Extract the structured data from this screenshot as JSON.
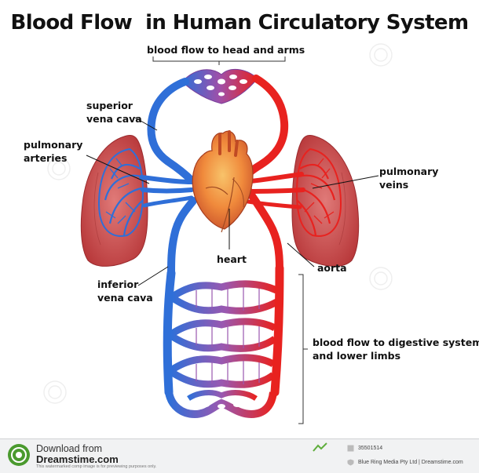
{
  "title": "Blood Flow  in Human Circulatory System",
  "labels": {
    "head_arms": "blood flow to head and arms",
    "superior_vena_cava": [
      "superior",
      "vena cava"
    ],
    "pulmonary_arteries": [
      "pulmonary",
      "arteries"
    ],
    "pulmonary_veins": [
      "pulmonary",
      "veins"
    ],
    "heart": "heart",
    "aorta": "aorta",
    "inferior_vena_cava": [
      "inferior",
      "vena cava"
    ],
    "digestive": [
      "blood flow to digestive system",
      "and lower limbs"
    ]
  },
  "footer": {
    "download_from": "Download from",
    "site": "Dreamstime.com",
    "watermark_note": "This watermarked comp image is for previewing purposes only.",
    "image_id": "35501514",
    "credit": "Blue Ring Media Pty Ltd | Dreamstime.com"
  },
  "colors": {
    "artery_red": "#e8221f",
    "vein_blue": "#2f6fd8",
    "lung": "#c8484a",
    "heart": "#e66f37",
    "capillary_mix": "#a04fa8"
  },
  "icons": [
    "dreamstime-logo-icon",
    "chart-icon",
    "shield-icon"
  ]
}
